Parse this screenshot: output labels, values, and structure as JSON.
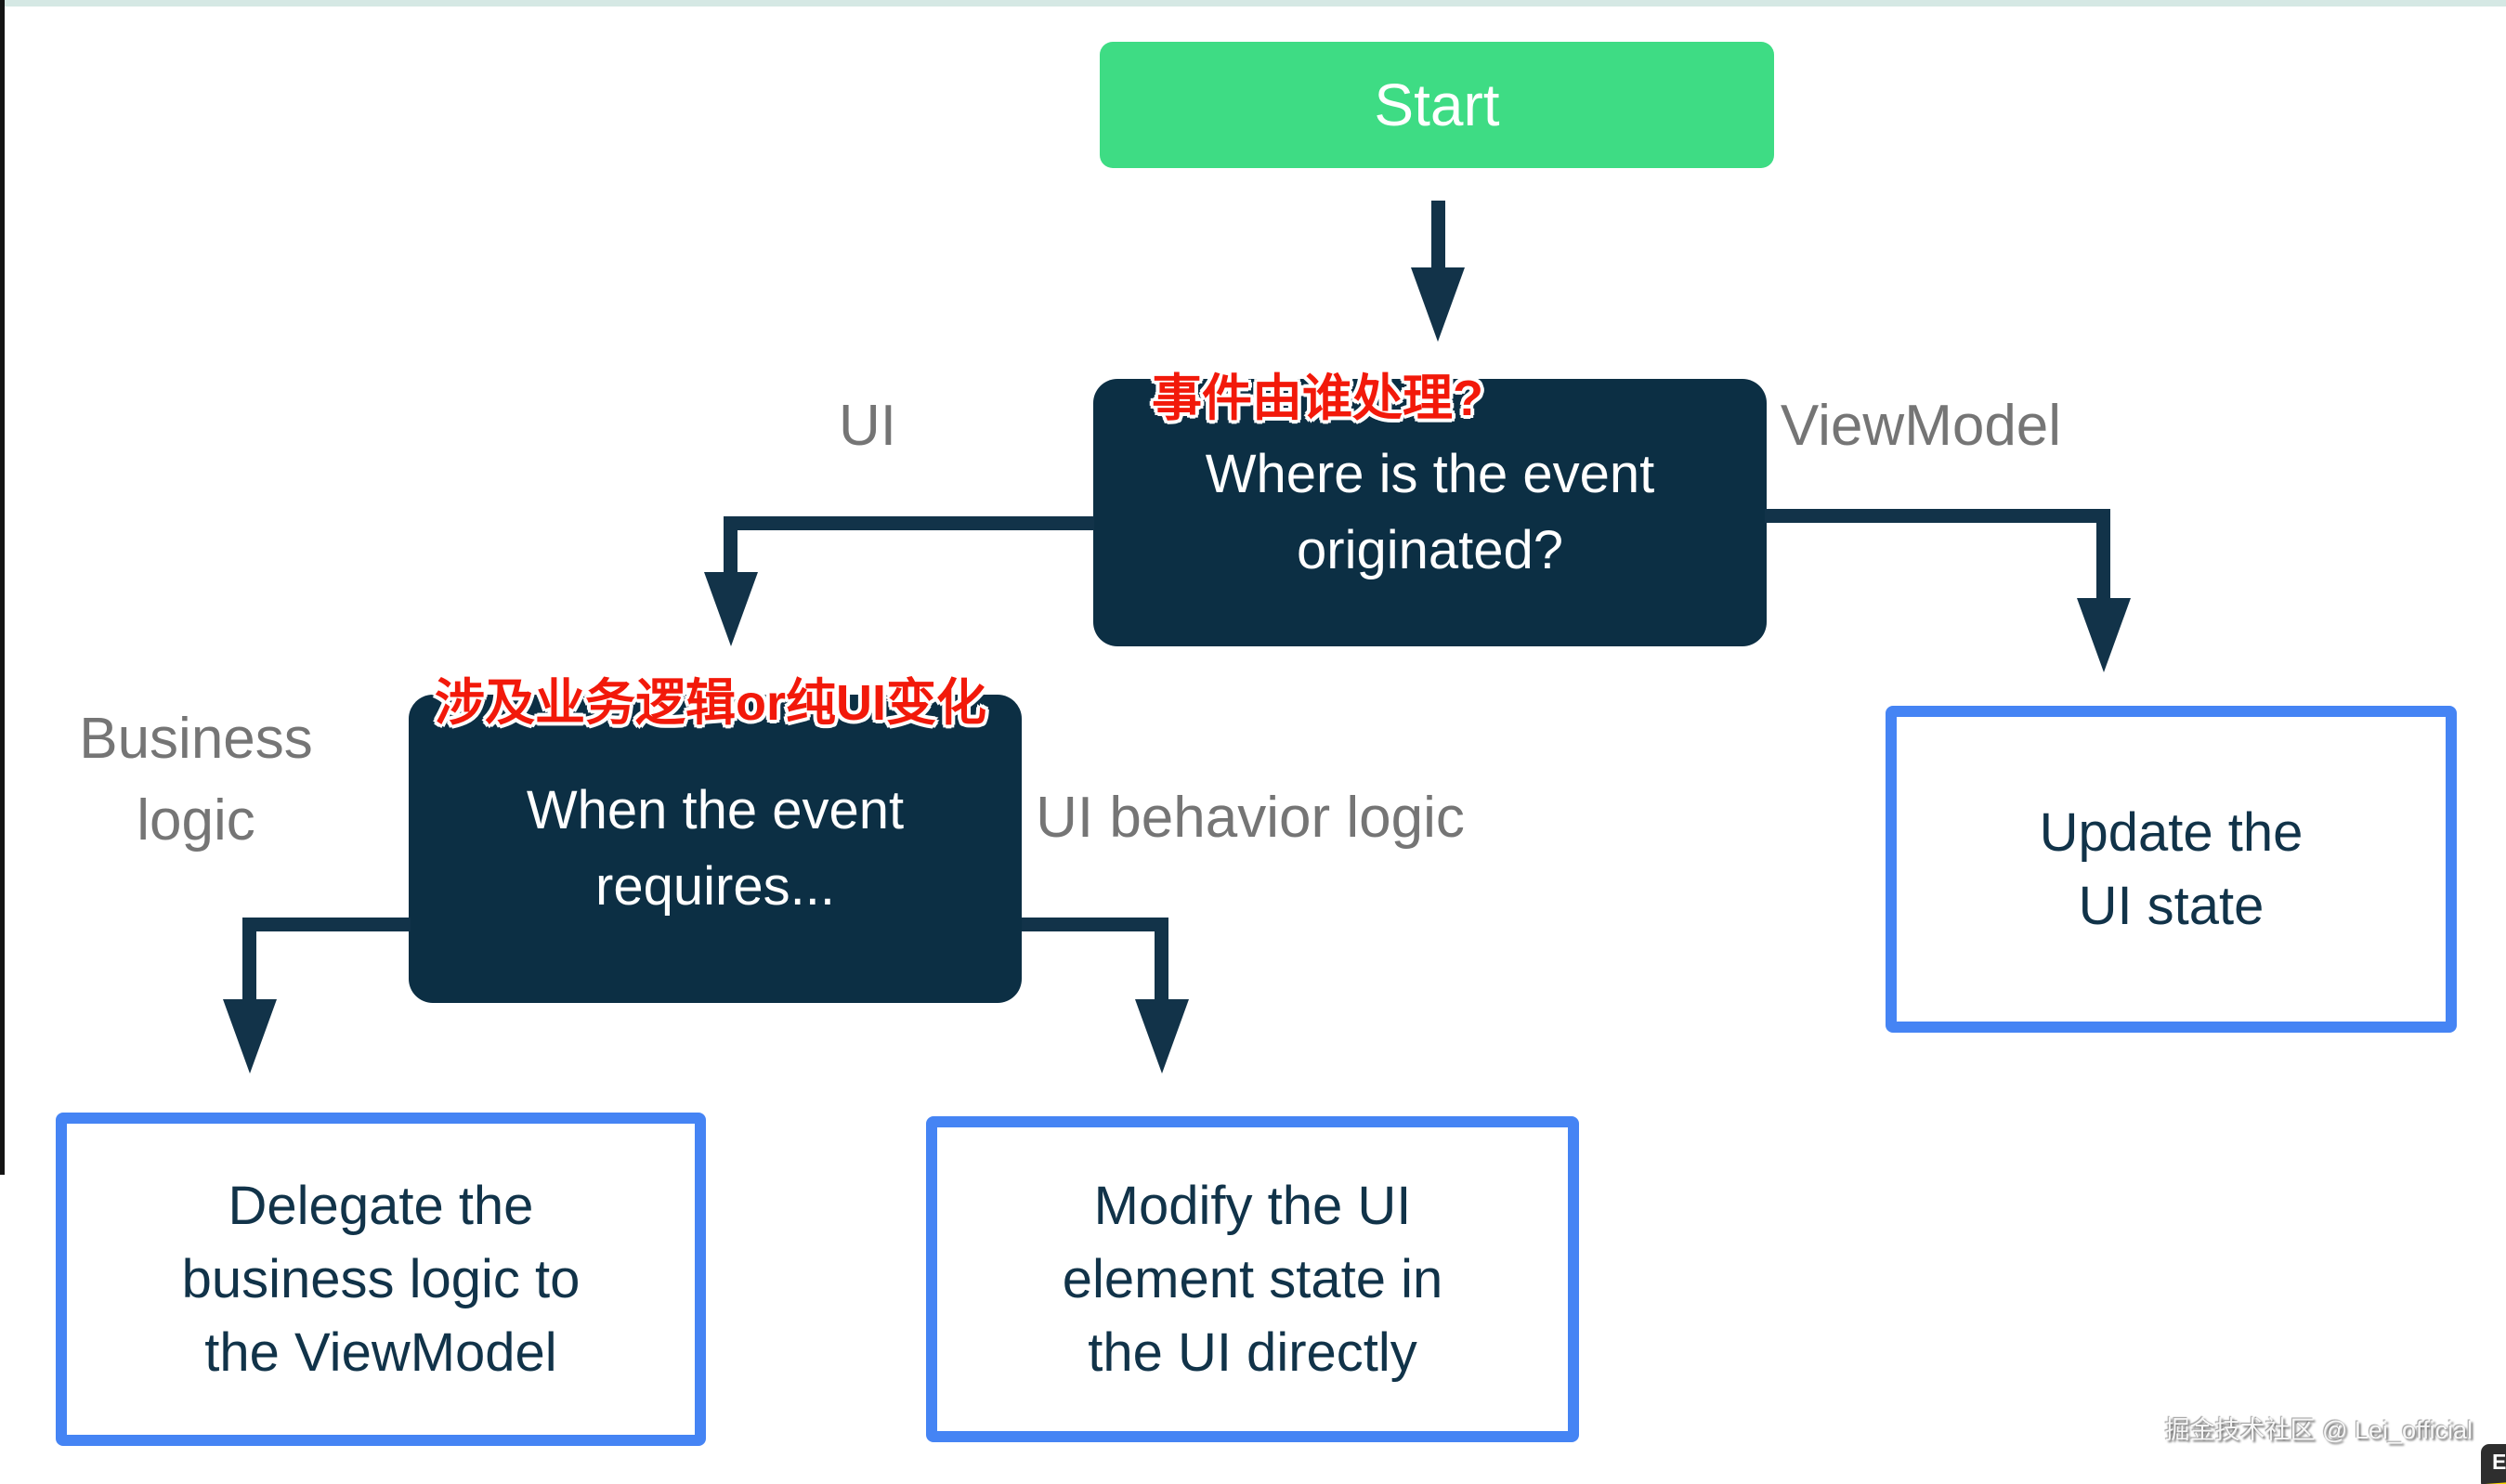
{
  "page": {
    "background": "#ffffff",
    "top_strip_color": "#d5e8e4",
    "left_line_color": "#141414"
  },
  "colors": {
    "start_green": "#3edc84",
    "decision_navy": "#0c2f44",
    "outcome_border_blue": "#4584f4",
    "outcome_text_navy": "#113349",
    "arrow_navy": "#123349",
    "branch_label_gray": "#757575",
    "annotation_red": "#f2190a"
  },
  "flowchart": {
    "start": {
      "label": "Start"
    },
    "decision_origin": {
      "lines": [
        "Where is the event",
        "originated?"
      ]
    },
    "decision_requires": {
      "lines": [
        "When the event",
        "requires..."
      ]
    },
    "outcome_delegate": {
      "lines": [
        "Delegate the",
        "business logic to",
        "the ViewModel"
      ]
    },
    "outcome_modify": {
      "lines": [
        "Modify the UI",
        "element state in",
        "the UI directly"
      ]
    },
    "outcome_update": {
      "lines": [
        "Update the",
        "UI state"
      ]
    },
    "branch_labels": {
      "ui": "UI",
      "viewmodel": "ViewModel",
      "business_line1": "Business",
      "business_line2": "logic",
      "ui_behavior": "UI behavior logic"
    },
    "annotations": {
      "who_handles_event": "事件由谁处理?",
      "business_or_pure_ui": "涉及业务逻辑or纯UI变化"
    }
  },
  "watermark": {
    "text": "掘金技术社区 @ Lei_official"
  },
  "corner_badge": {
    "letter": "E"
  }
}
